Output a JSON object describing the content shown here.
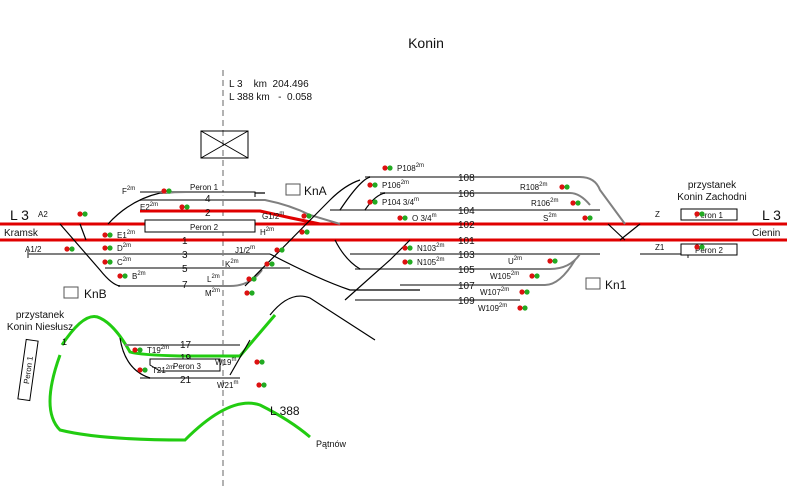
{
  "title": "Konin",
  "kilometrage": {
    "line1": "L 3    km  204.496",
    "line2": "L 388 km   -  0.058"
  },
  "line_labels": {
    "left_line": "L 3",
    "left_direction": "Kramsk",
    "right_line": "L 3",
    "right_direction": "Cienin",
    "branch_line": "L 388",
    "branch_direction": "Pątnów"
  },
  "signal_boxes": [
    "KnA",
    "KnB",
    "Kn1"
  ],
  "stops": {
    "west": {
      "line1": "przystanek",
      "line2": "Konin Niesłusz",
      "platform": "Peron 1",
      "track": "1"
    },
    "east": {
      "line1": "przystanek",
      "line2": "Konin Zachodni",
      "platforms": [
        "Peron 1",
        "Peron 2"
      ]
    }
  },
  "platforms": [
    "Peron 1",
    "Peron 2",
    "Peron 3"
  ],
  "tracks_west": [
    "4",
    "2",
    "1",
    "3",
    "5",
    "7",
    "17",
    "19",
    "21"
  ],
  "tracks_east": [
    "108",
    "106",
    "104",
    "102",
    "101",
    "103",
    "105",
    "107",
    "109"
  ],
  "signals": {
    "A2": "A2",
    "A1_2": "A1/2",
    "F": "F",
    "E2": "E2",
    "E1": "E1",
    "D": "D",
    "C": "C",
    "B": "B",
    "G1_2": "G1/2",
    "H": "H",
    "J1_2": "J1/2",
    "K": "K",
    "L": "L",
    "M": "M",
    "P108": "P108",
    "P106": "P106",
    "P104": "P104 3/4",
    "O": "O 3/4",
    "N103": "N103",
    "N105": "N105",
    "R108": "R108",
    "R106": "R106",
    "S": "S",
    "U": "U",
    "W105": "W105",
    "W107": "W107",
    "W109": "W109",
    "Z": "Z",
    "Z1": "Z1",
    "T19": "T19",
    "T21": "T21",
    "W19": "W19",
    "W21": "W21"
  },
  "sup_2m": "2m",
  "sup_m": "m",
  "colors": {
    "main_track": "#e00000",
    "branch_track": "#22cc11",
    "siding": "#808080",
    "signal_red": "#dd1111",
    "signal_green": "#22aa22"
  }
}
